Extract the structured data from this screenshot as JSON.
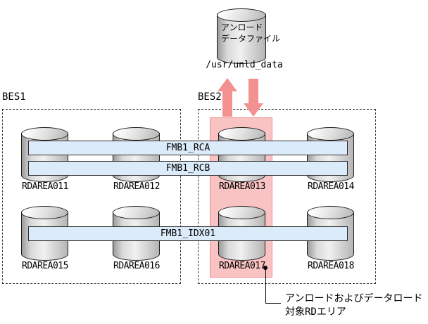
{
  "unload_file": {
    "label_line1": "アンロード",
    "label_line2": "データファイル",
    "path": "/usr/unld_data"
  },
  "bes1": {
    "label": "BES1",
    "rdareas": [
      "RDAREA011",
      "RDAREA012",
      "RDAREA015",
      "RDAREA016"
    ]
  },
  "bes2": {
    "label": "BES2",
    "rdareas": [
      "RDAREA013",
      "RDAREA014",
      "RDAREA017",
      "RDAREA018"
    ]
  },
  "tables": {
    "rca": "FMB1_RCA",
    "rcb": "FMB1_RCB",
    "idx": "FMB1_IDX01"
  },
  "annotation": {
    "line1": "アンロードおよびデータロード",
    "line2": "対象RDエリア"
  },
  "icons": {
    "database": "database-cylinder",
    "arrow_up": "unload-arrow",
    "arrow_down": "load-arrow"
  },
  "colors": {
    "table_fill": "#dcebfa",
    "table_border": "#2d2d2d",
    "highlight_fill": "#f9c3c3",
    "highlight_border": "#f0908f",
    "arrow": "#f39191",
    "cylinder_dark": "#9b9b9b",
    "cylinder_light": "#f1f1f1",
    "line": "#000000"
  }
}
